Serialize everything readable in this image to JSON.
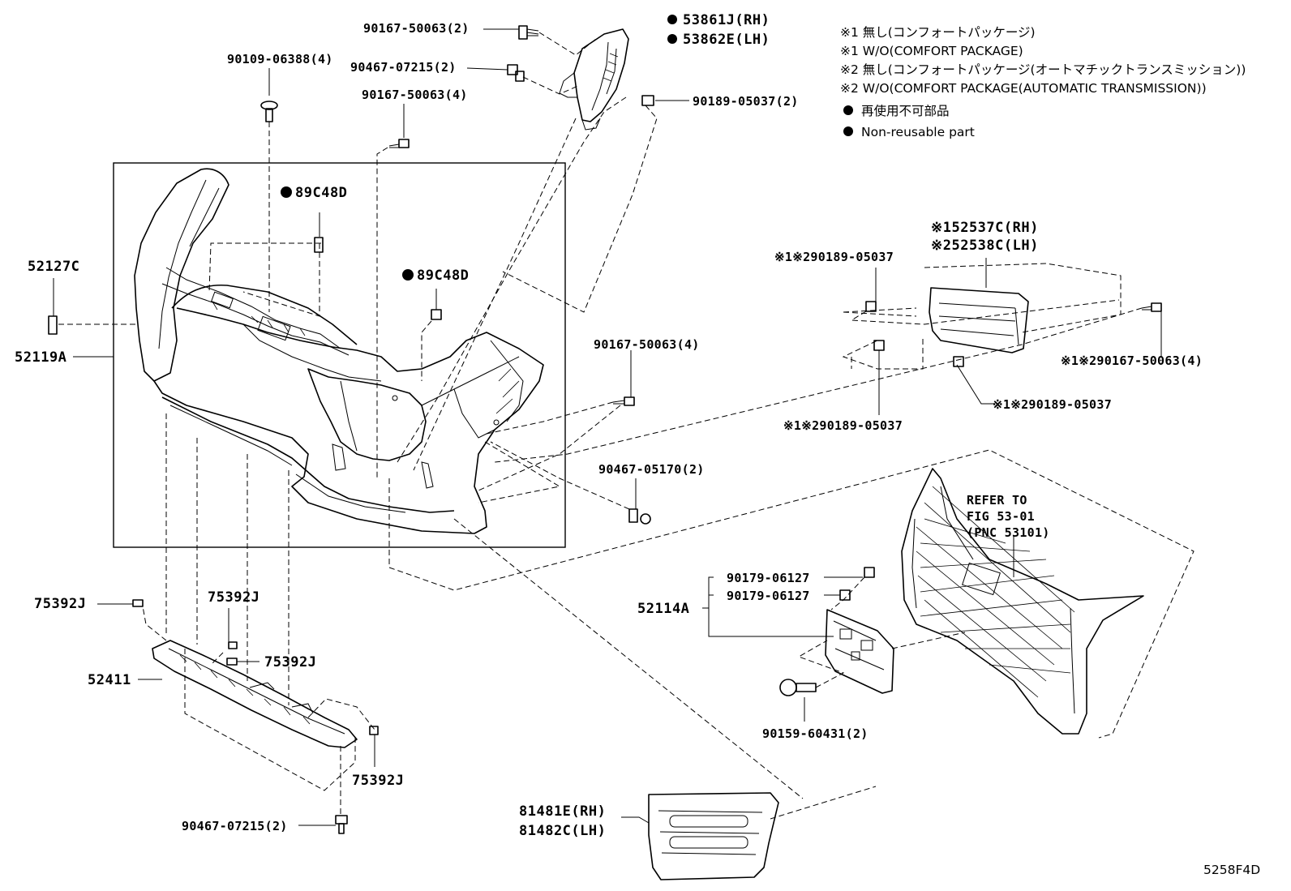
{
  "notes": [
    "※1 無し(コンフォートパッケージ)",
    "※1 W/O(COMFORT PACKAGE)",
    "※2 無し(コンフォートパッケージ(オートマチックトランスミッション))",
    "※2 W/O(COMFORT PACKAGE(AUTOMATIC TRANSMISSION))",
    "再使用不可部品",
    "Non-reusable part"
  ],
  "labels": {
    "p90167_50063_2": "90167-50063(2)",
    "p53861J": "53861J(RH)",
    "p53862E": "53862E(LH)",
    "p90109_06388": "90109-06388(4)",
    "p90467_07215_top": "90467-07215(2)",
    "p90167_50063_4a": "90167-50063(4)",
    "p90189_05037_2": "90189-05037(2)",
    "p89C48D_a": "89C48D",
    "p89C48D_b": "89C48D",
    "p52127C": "52127C",
    "p52119A": "52119A",
    "p52537C": "※152537C(RH)",
    "p52538C": "※252538C(LH)",
    "p90189_05037_s1": "※1※290189-05037",
    "p90167_50063_4b": "90167-50063(4)",
    "p90167_50063_4c": "※1※290167-50063(4)",
    "p90189_05037_s2": "※1※290189-05037",
    "p90189_05037_s3": "※1※290189-05037",
    "p90467_05170": "90467-05170(2)",
    "refer1": "REFER TO",
    "refer2": "FIG 53-01",
    "refer3": "(PNC 53101)",
    "p90179_06127_a": "90179-06127",
    "p90179_06127_b": "90179-06127",
    "p52114A": "52114A",
    "p75392J_a": "75392J",
    "p75392J_b": "75392J",
    "p75392J_c": "75392J",
    "p75392J_d": "75392J",
    "p52411": "52411",
    "p90159_60431": "90159-60431(2)",
    "p90467_07215_bot": "90467-07215(2)",
    "p81481E": "81481E(RH)",
    "p81482C": "81482C(LH)",
    "figure_id": "5258F4D"
  }
}
